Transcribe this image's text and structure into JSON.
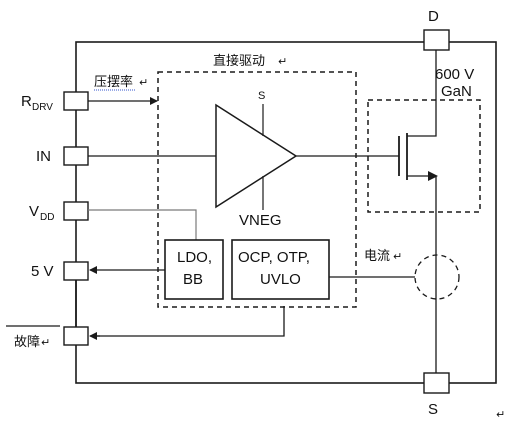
{
  "pins": {
    "d": "D",
    "s": "S",
    "rdrv_main": "R",
    "rdrv_sub": "DRV",
    "in": "IN",
    "vdd_main": "V",
    "vdd_sub": "DD",
    "five_v": "5 V",
    "fault": "故障"
  },
  "labels": {
    "slew_rate": "压摆率",
    "direct_drive": "直接驱动",
    "current": "电流",
    "gan_voltage": "600 V",
    "gan": "GaN",
    "amp_s": "S",
    "vneg": "VNEG"
  },
  "blocks": {
    "ldo_line1": "LDO,",
    "ldo_line2": "BB",
    "prot_line1": "OCP, OTP,",
    "prot_line2": "UVLO"
  },
  "colors": {
    "line": "#1a1a1a",
    "gray_wire": "#7a7a7a",
    "link_blue": "#3355cc"
  }
}
